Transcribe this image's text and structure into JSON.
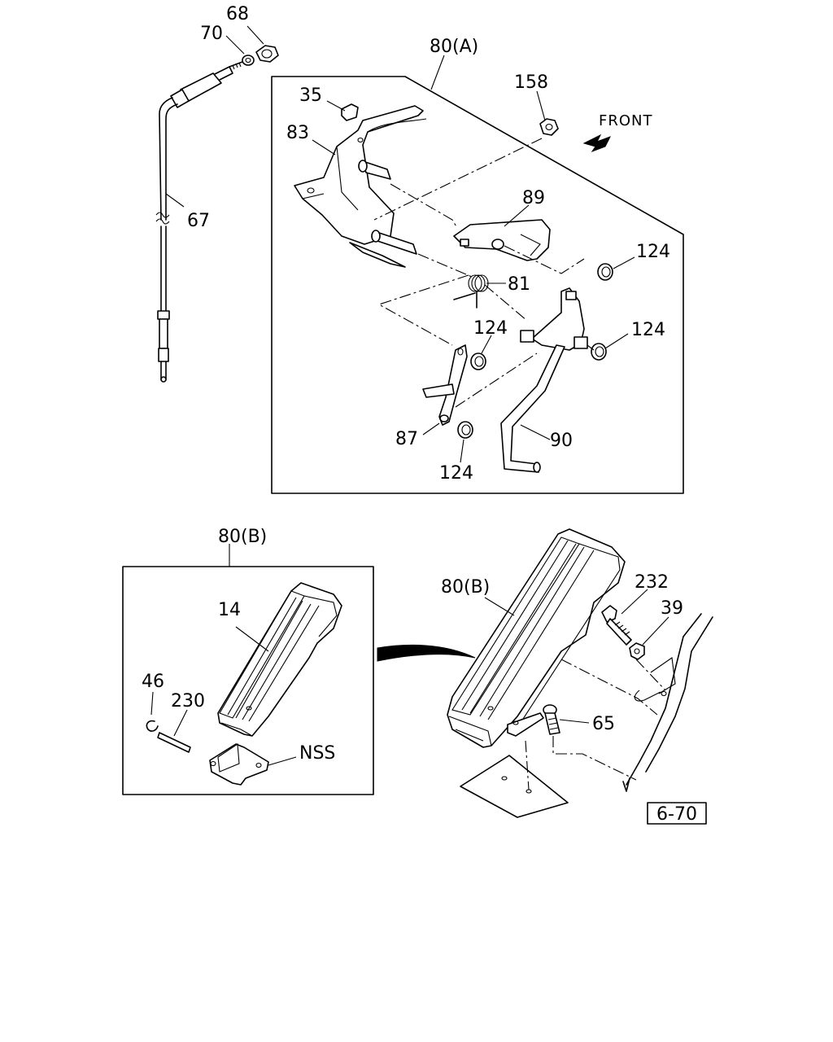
{
  "direction_label": "FRONT",
  "callouts": {
    "c68": "68",
    "c70": "70",
    "c67": "67",
    "c80a": "80(A)",
    "c35": "35",
    "c83": "83",
    "c158": "158",
    "c89": "89",
    "c124a": "124",
    "c81": "81",
    "c124b": "124",
    "c124c": "124",
    "c87": "87",
    "c90": "90",
    "c124d": "124",
    "c80b_box": "80(B)",
    "c14": "14",
    "c46": "46",
    "c230": "230",
    "c_nss": "NSS",
    "c80b": "80(B)",
    "c232": "232",
    "c39": "39",
    "c65": "65"
  },
  "reference_box": "6-70",
  "icons": [
    "front-arrow-icon",
    "curved-arrow-icon"
  ]
}
